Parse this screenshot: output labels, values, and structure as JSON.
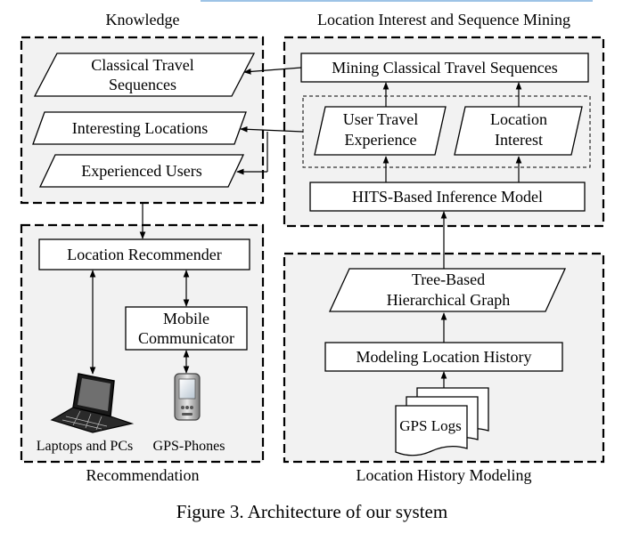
{
  "sections": {
    "knowledge": "Knowledge",
    "mining": "Location Interest and Sequence Mining",
    "recommendation": "Recommendation",
    "history": "Location History Modeling"
  },
  "nodes": {
    "classical_travel_sequences": [
      "Classical Travel",
      "Sequences"
    ],
    "interesting_locations": "Interesting Locations",
    "experienced_users": "Experienced Users",
    "mining_sequences": "Mining Classical Travel Sequences",
    "user_travel_experience": [
      "User Travel",
      "Experience"
    ],
    "location_interest": [
      "Location",
      "Interest"
    ],
    "hits_model": "HITS-Based Inference Model",
    "location_recommender": "Location Recommender",
    "mobile_communicator": [
      "Mobile",
      "Communicator"
    ],
    "laptops": "Laptops and PCs",
    "gps_phones": "GPS-Phones",
    "tree_graph": [
      "Tree-Based",
      "Hierarchical Graph"
    ],
    "modeling_history": "Modeling Location History",
    "gps_logs": "GPS Logs"
  },
  "caption": "Figure 3. Architecture of our system"
}
